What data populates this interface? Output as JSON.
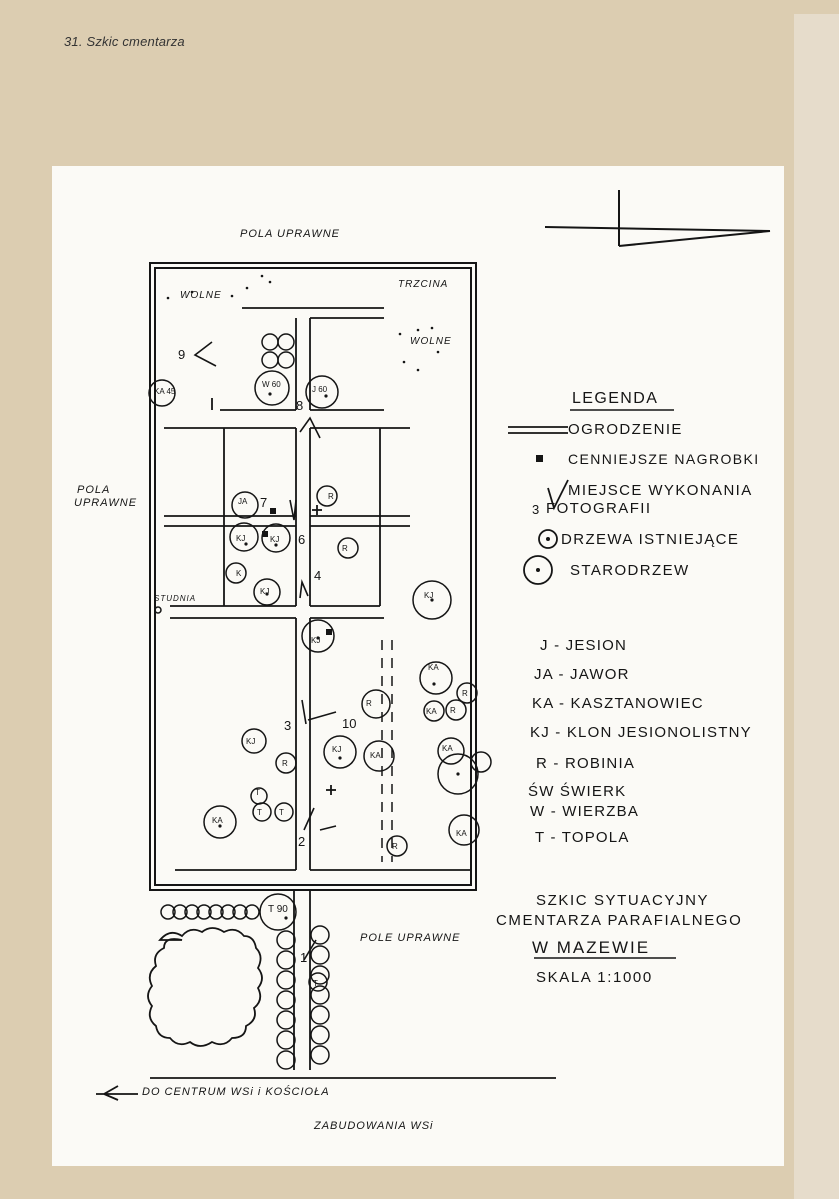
{
  "page": {
    "header": "31. Szkic cmentarza"
  },
  "map": {
    "labels": {
      "north_fields": "POLA UPRAWNE",
      "west_fields": [
        "POLA",
        "UPRAWNE"
      ],
      "east_field": "POLE UPRAWNE",
      "free_left": "WOLNE",
      "free_right": "WOLNE",
      "reeds": "TRZCINA",
      "well": "STUDNIA",
      "to_center": "DO CENTRUM WSi i KOŚCIOŁA",
      "village_buildings": "ZABUDOWANIA WSi"
    },
    "trees": [
      {
        "label": "KA 45"
      },
      {
        "label": "W 60"
      },
      {
        "label": "J 60"
      },
      {
        "label": "JA"
      },
      {
        "label": "KJ"
      },
      {
        "label": "KJ"
      },
      {
        "label": "R"
      },
      {
        "label": "R"
      },
      {
        "label": "K"
      },
      {
        "label": "KJ"
      },
      {
        "label": "KJ"
      },
      {
        "label": "KJ"
      },
      {
        "label": "KA"
      },
      {
        "label": "R"
      },
      {
        "label": "R"
      },
      {
        "label": "KA"
      },
      {
        "label": "R"
      },
      {
        "label": "KJ"
      },
      {
        "label": "KJ"
      },
      {
        "label": "KA"
      },
      {
        "label": "KA"
      },
      {
        "label": "T"
      },
      {
        "label": "T"
      },
      {
        "label": "T"
      },
      {
        "label": "KA"
      },
      {
        "label": "R"
      },
      {
        "label": "KA"
      },
      {
        "label": "T 90"
      },
      {
        "label": "R"
      },
      {
        "label": "T"
      }
    ],
    "photo_points": [
      "1",
      "2",
      "3",
      "4",
      "6",
      "7",
      "8",
      "9",
      "10"
    ]
  },
  "legend": {
    "title": "LEGENDA",
    "items": [
      {
        "label": "OGRODZENIE"
      },
      {
        "label": "CENNIEJSZE NAGROBKI"
      },
      {
        "label": "MIEJSCE WYKONANIA"
      },
      {
        "label": "FOTOGRAFII"
      },
      {
        "label": "DRZEWA ISTNIEJĄCE"
      },
      {
        "label": "STARODRZEW"
      }
    ],
    "example_number": "3",
    "abbreviations": [
      "J - JESION",
      "JA - JAWOR",
      "KA - KASZTANOWIEC",
      "KJ - KLON JESIONOLISTNY",
      "R - ROBINIA",
      "ŚW ŚWIERK",
      "W - WIERZBA",
      "T - TOPOLA"
    ]
  },
  "title": {
    "line1": "SZKIC SYTUACYJNY",
    "line2": "CMENTARZA PARAFIALNEGO",
    "line3": "W MAZEWIE",
    "scale": "SKALA 1:1000"
  }
}
